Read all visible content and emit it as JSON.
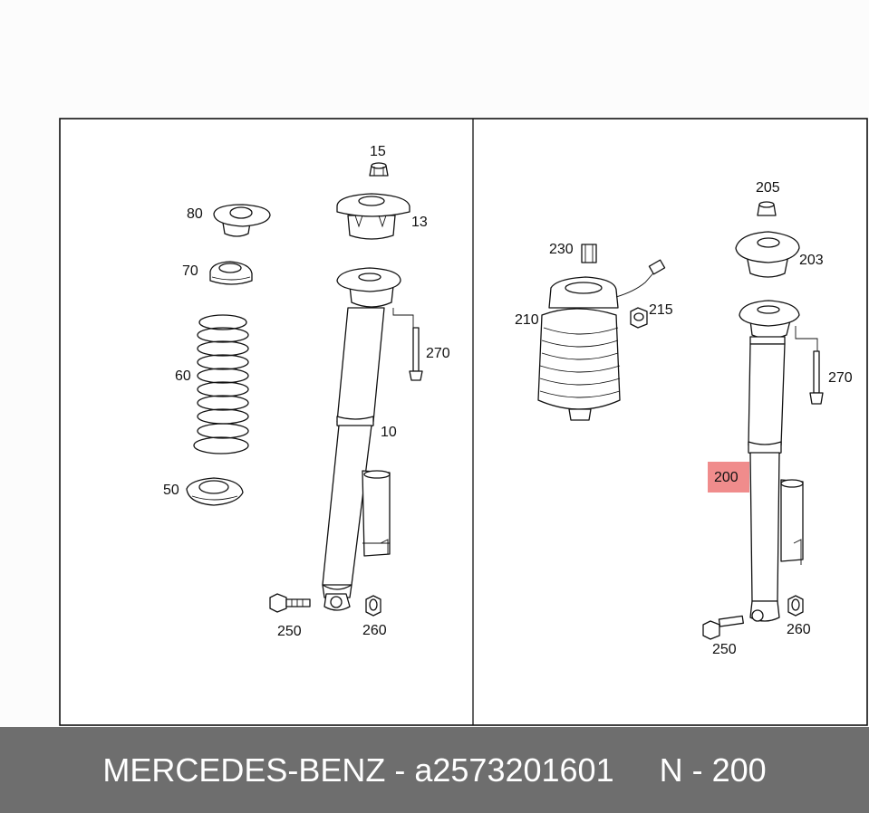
{
  "diagram": {
    "left_panel": {
      "callouts": {
        "c15": "15",
        "c80": "80",
        "c13": "13",
        "c70": "70",
        "c60": "60",
        "c270": "270",
        "c10": "10",
        "c50": "50",
        "c250": "250",
        "c260": "260"
      }
    },
    "right_panel": {
      "callouts": {
        "c205": "205",
        "c230": "230",
        "c203": "203",
        "c215": "215",
        "c210": "210",
        "c270": "270",
        "c200": "200",
        "c260": "260",
        "c250": "250"
      },
      "highlight_color": "#f08c8c"
    }
  },
  "footer": {
    "brand": "MERCEDES-BENZ",
    "separator": " - ",
    "part_number": "a2573201601",
    "position_label": "N - 200"
  }
}
